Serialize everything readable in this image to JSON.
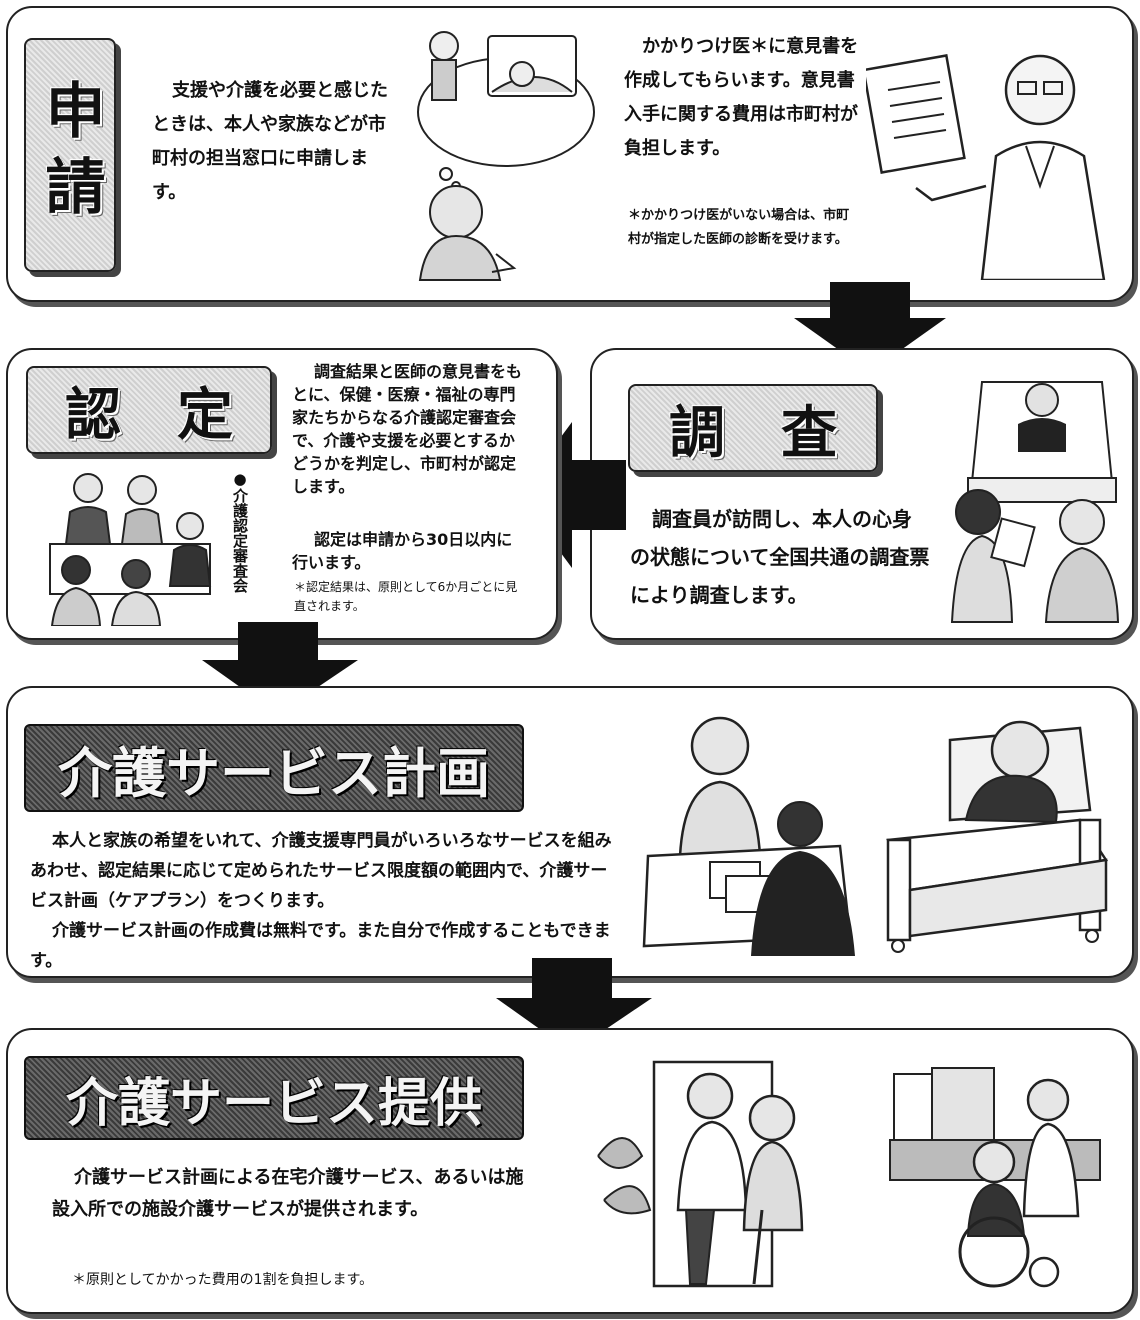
{
  "application": {
    "badge": "申請",
    "body": "支援や介護を必要と感じたときは、本人や家族などが市町村の担当窓口に申請します。",
    "opinion": "かかりつけ医＊に意見書を作成してもらいます。意見書入手に関する費用は市町村が負担します。",
    "note": "＊かかりつけ医がいない場合は、市町村が指定した医師の診断を受けます。"
  },
  "survey": {
    "badge": "調　査",
    "body": "調査員が訪問し、本人の心身の状態について全国共通の調査票により調査します。"
  },
  "certification": {
    "badge": "認　定",
    "body": "調査結果と医師の意見書をもとに、保健・医療・福祉の専門家たちからなる介護認定審査会で、介護や支援を必要とするかどうかを判定し、市町村が認定します。",
    "body2": "認定は申請から30日以内に行います。",
    "note": "＊認定結果は、原則として6か月ごとに見直されます。",
    "caption": "●介護認定審査会"
  },
  "care_plan": {
    "banner": "介護サービス計画",
    "body": "本人と家族の希望をいれて、介護支援専門員がいろいろなサービスを組みあわせ、認定結果に応じて定められたサービス限度額の範囲内で、介護サービス計画（ケアプラン）をつくります。",
    "body2": "介護サービス計画の作成費は無料です。また自分で作成することもできます。"
  },
  "service": {
    "banner": "介護サービス提供",
    "body": "介護サービス計画による在宅介護サービス、あるいは施設入所での施設介護サービスが提供されます。",
    "note": "＊原則としてかかった費用の1割を負担します。"
  }
}
